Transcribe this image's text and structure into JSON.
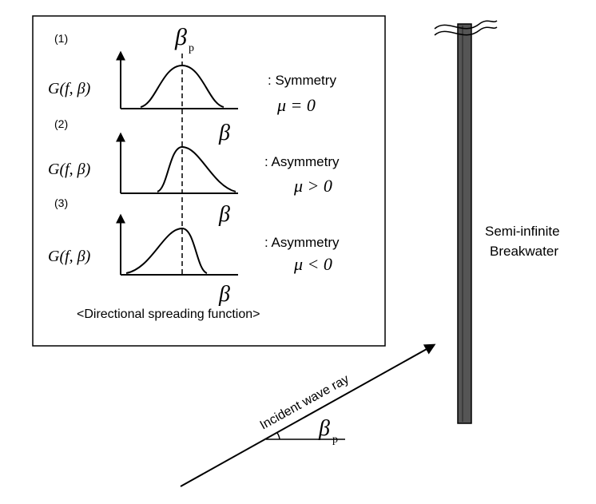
{
  "inset_box": {
    "cases": [
      {
        "number": "(1)",
        "y_label": "G(f, β)",
        "x_label": "β",
        "type_label": ": Symmetry",
        "mu_condition": "μ = 0"
      },
      {
        "number": "(2)",
        "y_label": "G(f, β)",
        "x_label": "β",
        "type_label": ": Asymmetry",
        "mu_condition": "μ > 0"
      },
      {
        "number": "(3)",
        "y_label": "G(f, β)",
        "x_label": "β",
        "type_label": ": Asymmetry",
        "mu_condition": "μ < 0"
      }
    ],
    "peak_symbol": "β",
    "peak_subscript": "p",
    "caption": "<Directional spreading function>"
  },
  "breakwater": {
    "label_line1": "Semi-infinite",
    "label_line2": "Breakwater"
  },
  "wave": {
    "ray_label": "Incident wave ray",
    "angle_symbol": "β",
    "angle_subscript": "p"
  }
}
